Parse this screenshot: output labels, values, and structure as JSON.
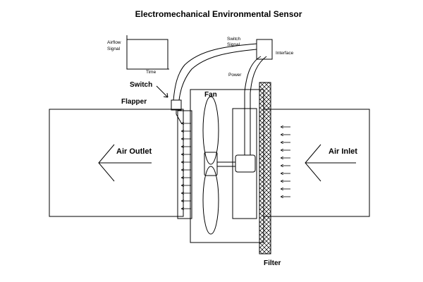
{
  "title": "Electromechanical Environmental Sensor",
  "labels": {
    "airflow_signal_line1": "Airflow",
    "airflow_signal_line2": "Signal",
    "time": "Time",
    "switch_signal_line1": "Switch",
    "switch_signal_line2": "Signal",
    "interface": "Interface",
    "power": "Power",
    "switch": "Switch",
    "flapper": "Flapper",
    "fan": "Fan",
    "air_outlet": "Air Outlet",
    "air_inlet": "Air Inlet",
    "filter": "Filter"
  }
}
